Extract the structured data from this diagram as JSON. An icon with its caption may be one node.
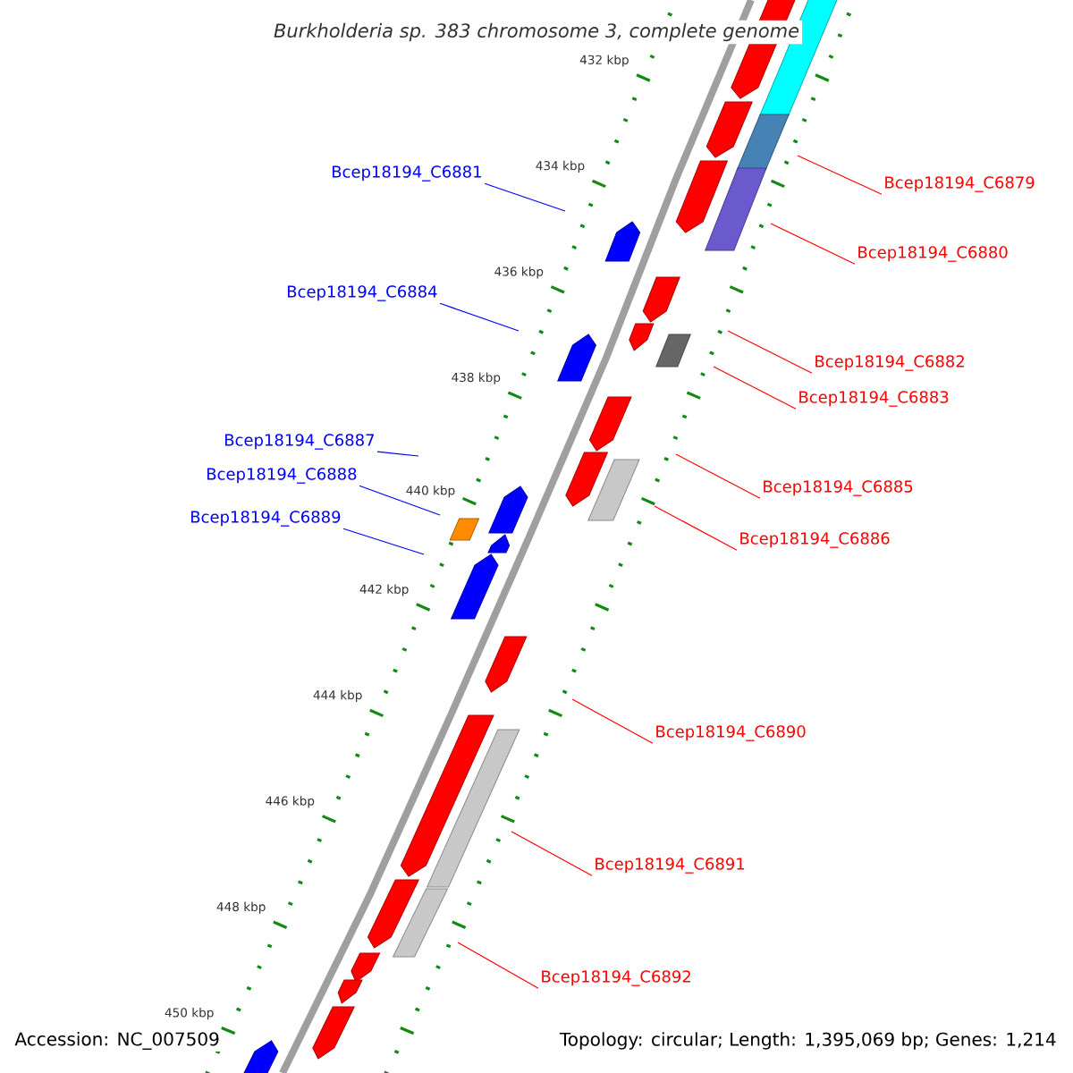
{
  "diagram": {
    "title": "*Burkholderia* sp. 383 chromosome 3, complete genome",
    "nodes": [
      {
        "text": [
          "Bcep18194_C6881"
        ]
      },
      {
        "text": [
          "Bcep18194_C6879"
        ]
      },
      {
        "text": [
          "Bcep18194_C6880"
        ]
      },
      {
        "text": [
          "Bcep18194_C6884"
        ]
      },
      {
        "text": [
          "Bcep18194_C6882"
        ]
      },
      {
        "text": [
          "Bcep18194_C6883"
        ]
      },
      {
        "text": [
          "Bcep18194_C6887"
        ]
      },
      {
        "text": [
          "Bcep18194_C6888"
        ]
      },
      {
        "text": [
          "Bcep18194_C6885"
        ]
      },
      {
        "text": [
          "Bcep18194_C6889"
        ]
      },
      {
        "text": [
          "Bcep18194_C6886"
        ]
      },
      {
        "text": [
          "Bcep18194_C6890"
        ]
      },
      {
        "text": [
          "Bcep18194_C6891"
        ]
      },
      {
        "text": [
          "Bcep18194_C6892"
        ]
      }
    ],
    "edges": [
      {
        "from": 0,
        "to": null,
        "arrow": "none",
        "color": "#0000ff"
      },
      {
        "from": 1,
        "to": null,
        "arrow": "none"
      },
      {
        "from": 2,
        "to": null,
        "arrow": "none"
      },
      {
        "from": 3,
        "to": null,
        "arrow": "none",
        "color": "#0000ff"
      },
      {
        "from": 4,
        "to": null,
        "arrow": "none"
      },
      {
        "from": 5,
        "to": null,
        "arrow": "none"
      },
      {
        "from": 6,
        "to": null,
        "arrow": "none",
        "color": "#0000ff"
      },
      {
        "from": 7,
        "to": null,
        "arrow": "none",
        "color": "#0000ff"
      },
      {
        "from": 8,
        "to": null,
        "arrow": "none"
      },
      {
        "from": 9,
        "to": null,
        "arrow": "none",
        "color": "#0000ff"
      },
      {
        "from": 10,
        "to": null,
        "arrow": "none"
      },
      {
        "from": 11,
        "to": null,
        "arrow": "none"
      },
      {
        "from": 12,
        "to": null,
        "arrow": "none"
      },
      {
        "from": 13,
        "to": null,
        "arrow": "none"
      }
    ],
    "labels": [
      "432 kbp",
      "434 kbp",
      "436 kbp",
      "438 kbp",
      "440 kbp",
      "442 kbp",
      "444 kbp",
      "446 kbp",
      "448 kbp",
      "450 kbp",
      "Accession: NC_007509",
      "Topology: circular; Length: 1,395,069 bp; Genes: 1,214"
    ]
  }
}
